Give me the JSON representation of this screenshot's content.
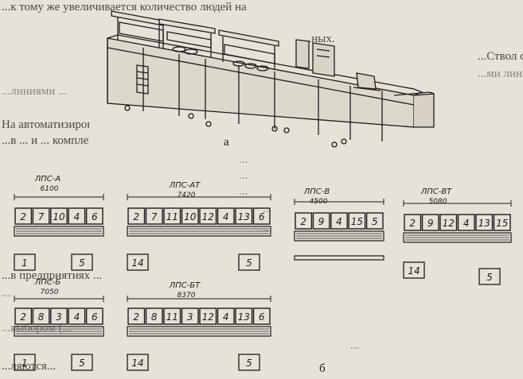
{
  "page_text": {
    "lines": [
      "...к тому же увеличивается количество людей на",
      "...ных.",
      "...Ствол самообслуживания комплектуется ...",
      "...ми линий...",
      "...линиями ...",
      "На автоматизированной линии могут реализоваться",
      "...в ... и ... комплексные обеды.",
      "...",
      "...",
      "...",
      "...",
      "...",
      "...в предприятиях ...",
      "...",
      "...выбором (...",
      "...",
      "...ляются..."
    ]
  },
  "figure": {
    "label_a": "а",
    "label_b": "б"
  },
  "diagram": {
    "layouts": [
      {
        "code": "ЛПС-А",
        "length": "6100",
        "upper": [
          "2",
          "7",
          "10",
          "4",
          "6"
        ],
        "lower": [
          "1",
          "5"
        ]
      },
      {
        "code": "ЛПС-АТ",
        "length": "7420",
        "upper": [
          "2",
          "7",
          "11",
          "10",
          "12",
          "4",
          "13",
          "6"
        ],
        "lower": [
          "14",
          "5"
        ]
      },
      {
        "code": "ЛПС-В",
        "length": "4500",
        "upper": [
          "2",
          "9",
          "4",
          "15",
          "5"
        ],
        "lower": []
      },
      {
        "code": "ЛПС-ВТ",
        "length": "5080",
        "upper": [
          "2",
          "9",
          "12",
          "4",
          "13",
          "15"
        ],
        "lower": [
          "14",
          "5"
        ]
      },
      {
        "code": "ЛПС-Б",
        "length": "7050",
        "upper": [
          "2",
          "8",
          "3",
          "4",
          "6"
        ],
        "lower": [
          "1",
          "5"
        ]
      },
      {
        "code": "ЛПС-БТ",
        "length": "8370",
        "upper": [
          "2",
          "8",
          "11",
          "3",
          "12",
          "4",
          "13",
          "6"
        ],
        "lower": [
          "14",
          "5"
        ]
      }
    ]
  },
  "colors": {
    "ink": "#1c1c1c",
    "paper": "#e6e2d8",
    "faint_text": "#8a8780"
  }
}
